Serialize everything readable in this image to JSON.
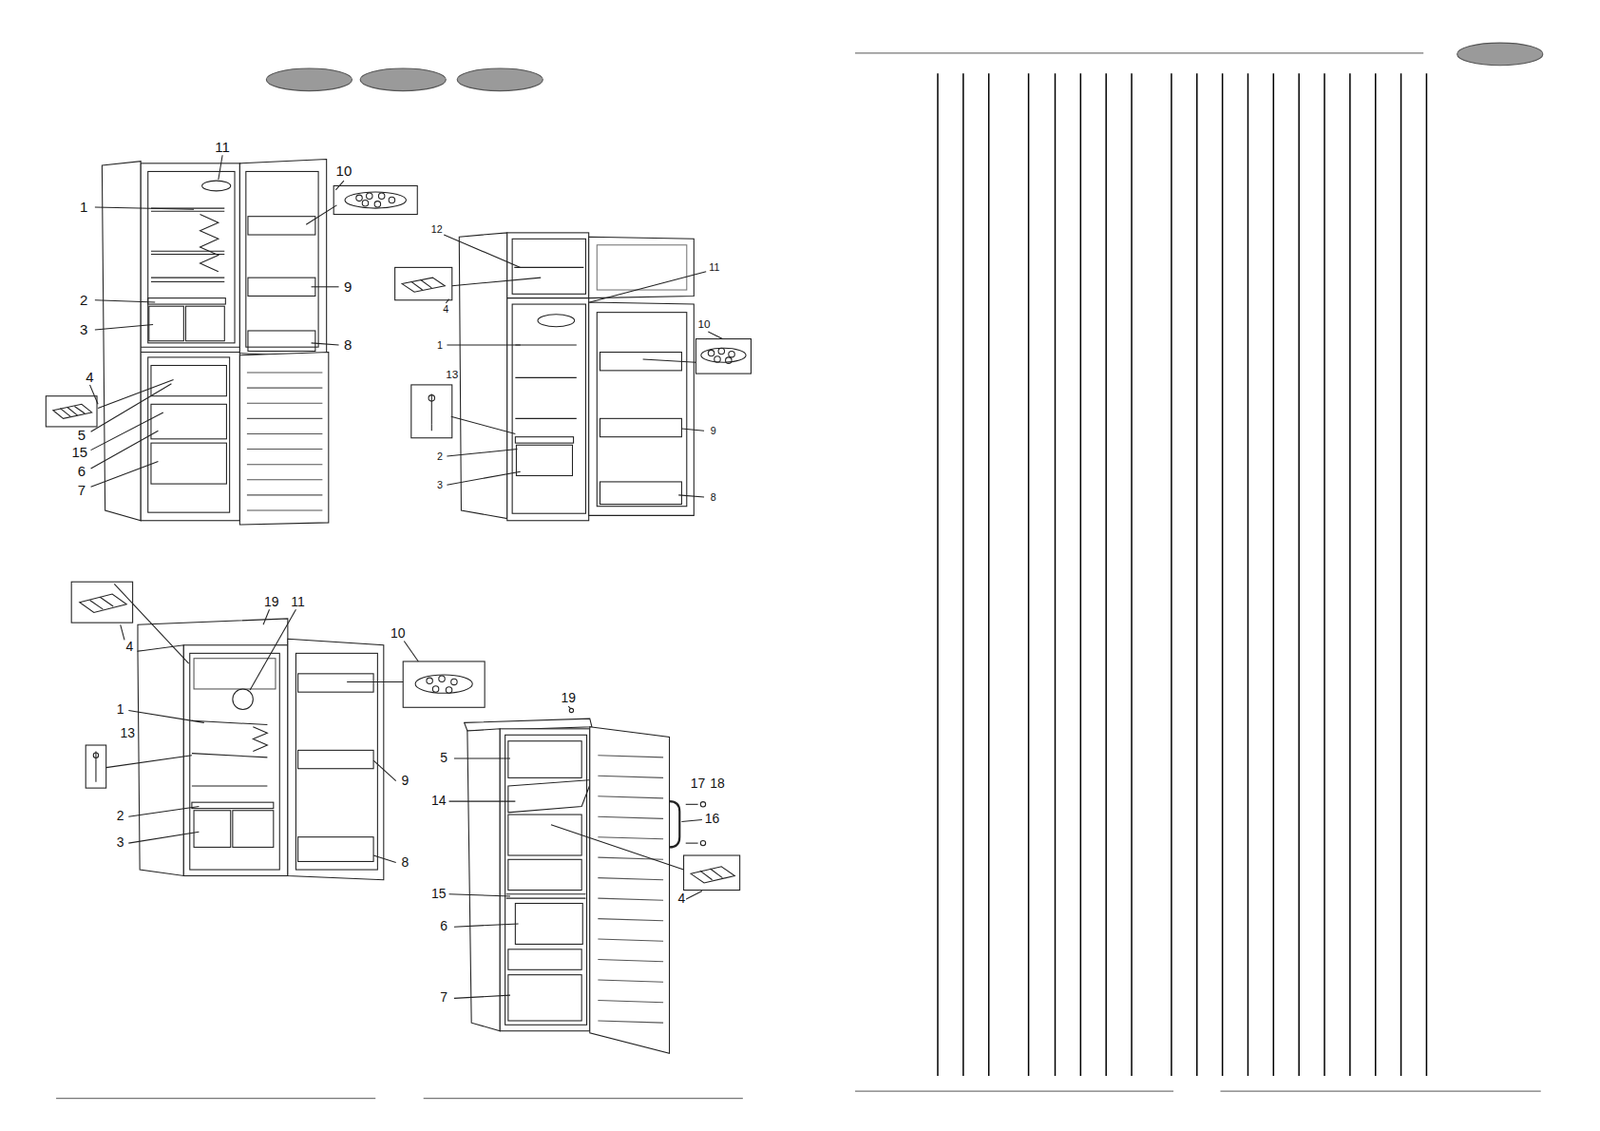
{
  "diagram": {
    "labels": [
      "11",
      "10",
      "1",
      "9",
      "2",
      "3",
      "8",
      "4",
      "5",
      "15",
      "6",
      "7",
      "12",
      "11",
      "4",
      "10",
      "1",
      "13",
      "9",
      "2",
      "3",
      "8",
      "19",
      "11",
      "10",
      "4",
      "1",
      "13",
      "9",
      "2",
      "3",
      "8",
      "19",
      "5",
      "17",
      "18",
      "14",
      "16",
      "15",
      "6",
      "4",
      "7"
    ]
  }
}
